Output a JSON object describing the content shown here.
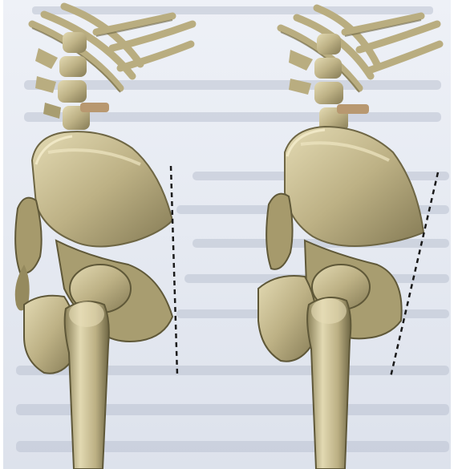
{
  "figure": {
    "colors": {
      "page": "#ffffff",
      "paper": "#e9ecf4",
      "paper_shade": "#d4d9e6",
      "bleed_text": "#b4bbca",
      "bone_light": "#d9cfa5",
      "bone_mid": "#b9ad80",
      "bone_dark": "#7d7450",
      "bone_shadow": "#5f5838",
      "disc": "#b89870",
      "dashed_line": "#1a1a1a"
    },
    "panels": [
      {
        "name": "left-pelvis",
        "tilt": "vertical-reference-line"
      },
      {
        "name": "right-pelvis",
        "tilt": "tilted-reference-line"
      }
    ]
  }
}
